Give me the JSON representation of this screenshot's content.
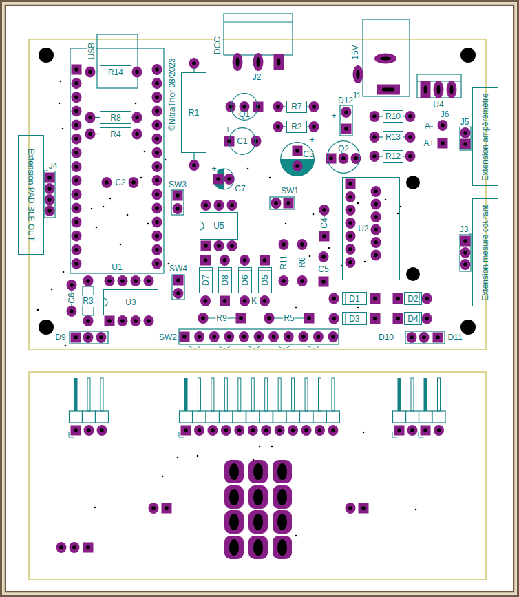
{
  "diagram": {
    "nodes": [
      {
        "text": [
          "R14"
        ]
      },
      {
        "text": [
          "R8"
        ]
      },
      {
        "text": [
          "R4"
        ]
      },
      {
        "text": [
          "R1"
        ]
      },
      {
        "text": [
          "Q1"
        ]
      },
      {
        "text": [
          "R7"
        ]
      },
      {
        "text": [
          "R2"
        ]
      },
      {
        "text": [
          "R10"
        ]
      },
      {
        "text": [
          "R13"
        ]
      },
      {
        "text": [
          "R12"
        ]
      },
      {
        "text": [
          "C1"
        ]
      },
      {
        "text": [
          "C3"
        ]
      },
      {
        "text": [
          "Q2"
        ]
      },
      {
        "text": [
          "Extension ampèremètre"
        ]
      },
      {
        "text": [
          "Extension PAD BLE OUT"
        ]
      },
      {
        "text": [
          "U5"
        ]
      },
      {
        "text": [
          "U2"
        ]
      },
      {
        "text": [
          "Extension mesure courant"
        ]
      },
      {
        "text": [
          "D7"
        ]
      },
      {
        "text": [
          "D8"
        ]
      },
      {
        "text": [
          "D6"
        ]
      },
      {
        "text": [
          "D5"
        ]
      },
      {
        "text": [
          "D1"
        ]
      },
      {
        "text": [
          "D2"
        ]
      },
      {
        "text": [
          "U3"
        ]
      },
      {
        "text": [
          "D3"
        ]
      },
      {
        "text": [
          "D4"
        ]
      }
    ],
    "labels": [
      "USB",
      "©NitraThor 08/2023",
      "DCC",
      "J2",
      "15V",
      "J1",
      "U4",
      "D12",
      "+",
      "-",
      "C2",
      "C7",
      "+",
      "+",
      "+",
      "J6",
      "A-",
      "A+",
      "J5",
      "J4",
      "SW3",
      "SW1",
      "C4",
      "R11",
      "R6",
      "C5",
      "J3",
      "SW4",
      "U1",
      "C6",
      "R3",
      "K",
      "R9",
      "R5",
      "SW2",
      "D9",
      "D10",
      "D11"
    ]
  }
}
